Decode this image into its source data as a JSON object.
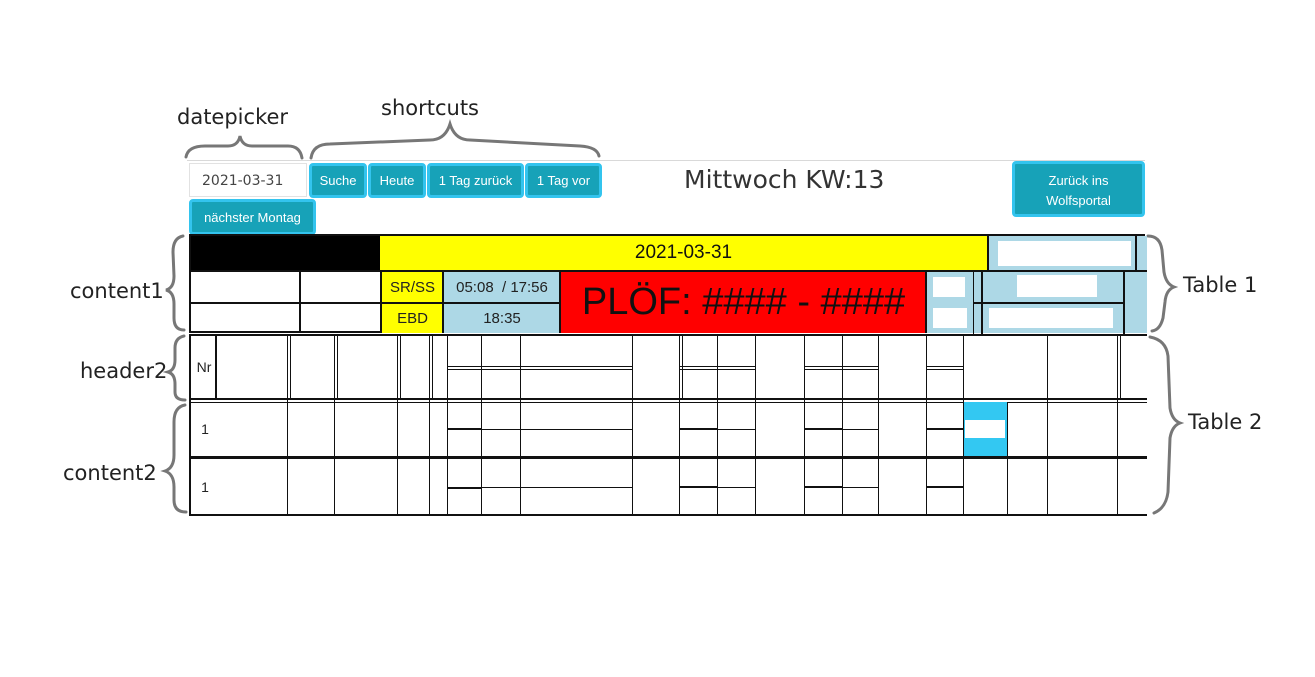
{
  "annotations": {
    "datepicker": "datepicker",
    "shortcuts": "shortcuts",
    "content1": "content1",
    "header2": "header2",
    "content2": "content2",
    "table1": "Table 1",
    "table2": "Table 2"
  },
  "toolbar": {
    "date_value": "2021-03-31",
    "buttons": {
      "suche": "Suche",
      "heute": "Heute",
      "tag_zurueck": "1 Tag zurück",
      "tag_vor": "1 Tag vor",
      "naechster_montag": "nächster Montag"
    },
    "page_title": "Mittwoch KW:13",
    "back_button_line1": "Zurück ins",
    "back_button_line2": "Wolfsportal"
  },
  "table1": {
    "date": "2021-03-31",
    "srss_label": "SR/SS",
    "srss_value": "05:08  / 17:56",
    "ebd_label": "EBD",
    "ebd_value": "18:35",
    "ploef": "PLÖF: #### - ####"
  },
  "table2": {
    "header_nr": "Nr",
    "rows": [
      {
        "nr": "1"
      },
      {
        "nr": "1"
      }
    ]
  },
  "colors": {
    "button": "#17a2b8",
    "button_border": "#33c4ee",
    "yellow": "#ffff00",
    "red": "#ff0000",
    "light_blue": "#add8e6",
    "black": "#000000"
  }
}
